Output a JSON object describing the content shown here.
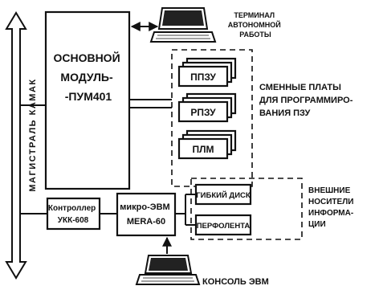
{
  "bus": {
    "label": "МАГИСТРАЛЬ КАМАК"
  },
  "main_module": {
    "lines": [
      "ОСНОВНОЙ",
      "МОДУЛЬ-",
      "-ПУМ401"
    ]
  },
  "terminal": {
    "lines": [
      "ТЕРМИНАЛ",
      "АВТОНОМНОЙ",
      "РАБОТЫ"
    ]
  },
  "boards": {
    "items": [
      "ППЗУ",
      "РПЗУ",
      "ПЛМ"
    ]
  },
  "boards_caption": {
    "lines": [
      "СМЕННЫЕ ПЛАТЫ",
      "ДЛЯ ПРОГРАММИРО-",
      "ВАНИЯ ПЗУ"
    ]
  },
  "controller": {
    "lines": [
      "Контроллер",
      "УКК-608"
    ]
  },
  "micro_computer": {
    "lines": [
      "микро-ЭВМ",
      "MERA-60"
    ]
  },
  "storage": {
    "items": [
      "ГИБКИЙ ДИСК",
      "ПЕРФОЛЕНТА"
    ]
  },
  "storage_caption": {
    "lines": [
      "ВНЕШНИЕ",
      "НОСИТЕЛИ",
      "ИНФОРМА-",
      "ЦИИ"
    ]
  },
  "console": {
    "label": "КОНСОЛЬ ЭВМ"
  }
}
